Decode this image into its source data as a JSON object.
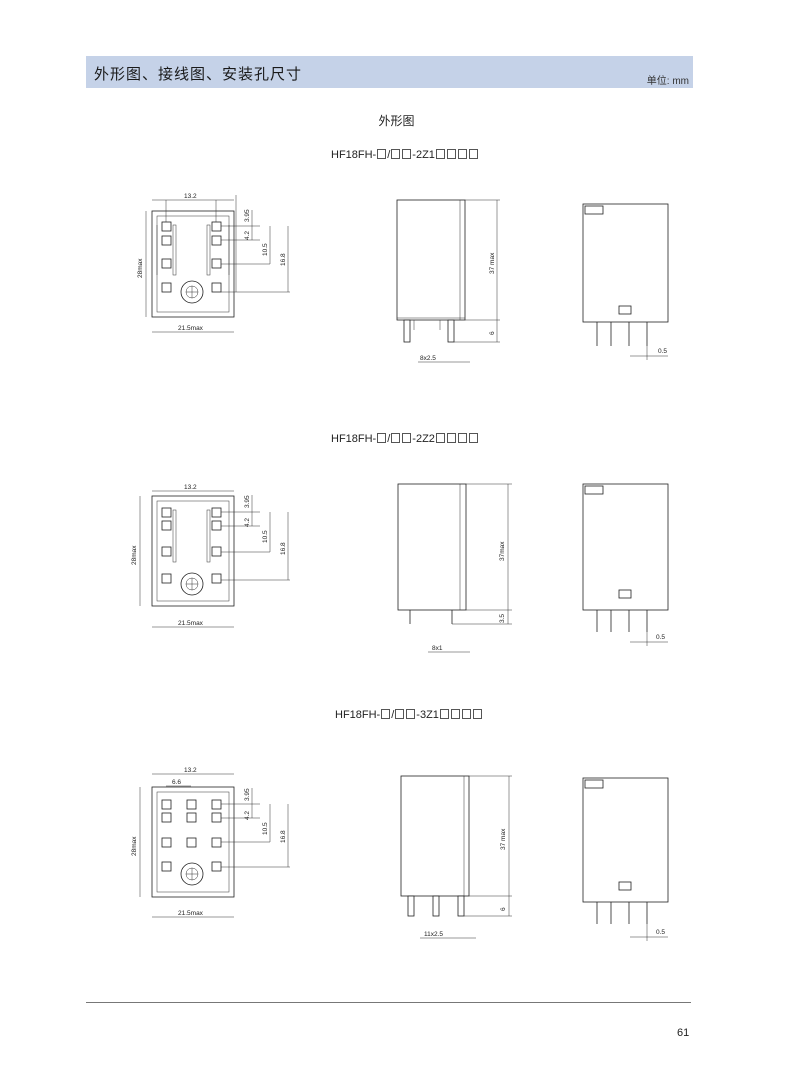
{
  "header": {
    "title": "外形图、接线图、安装孔尺寸",
    "unit": "单位: mm"
  },
  "section_title": "外形图",
  "models": [
    {
      "prefix": "HF18FH-",
      "mid": "/",
      "suffix": "-2Z1",
      "dims": {
        "width_top": "13.2",
        "height_side": "28max",
        "width_bottom": "21.5max",
        "d1": "3.95",
        "d2": "4.2",
        "d3": "10.5",
        "d4": "16.8",
        "body_height": "37 max",
        "pin_len": "6",
        "pin_spec": "8x2.5",
        "pin_thk": "0.5"
      }
    },
    {
      "prefix": "HF18FH-",
      "mid": "/",
      "suffix": "-2Z2",
      "dims": {
        "width_top": "13.2",
        "height_side": "28max",
        "width_bottom": "21.5max",
        "d1": "3.95",
        "d2": "4.2",
        "d3": "10.5",
        "d4": "16.8",
        "body_height": "37max",
        "pin_len": "3.5",
        "pin_spec": "8x1",
        "pin_thk": "0.5"
      }
    },
    {
      "prefix": "HF18FH-",
      "mid": "/",
      "suffix": "-3Z1",
      "dims": {
        "width_top": "13.2",
        "pitch": "6.6",
        "height_side": "28max",
        "width_bottom": "21.5max",
        "d1": "3.95",
        "d2": "4.2",
        "d3": "10.5",
        "d4": "16.8",
        "body_height": "37 max",
        "pin_len": "6",
        "pin_spec": "11x2.5",
        "pin_thk": "0.5"
      }
    }
  ],
  "page_number": "61"
}
